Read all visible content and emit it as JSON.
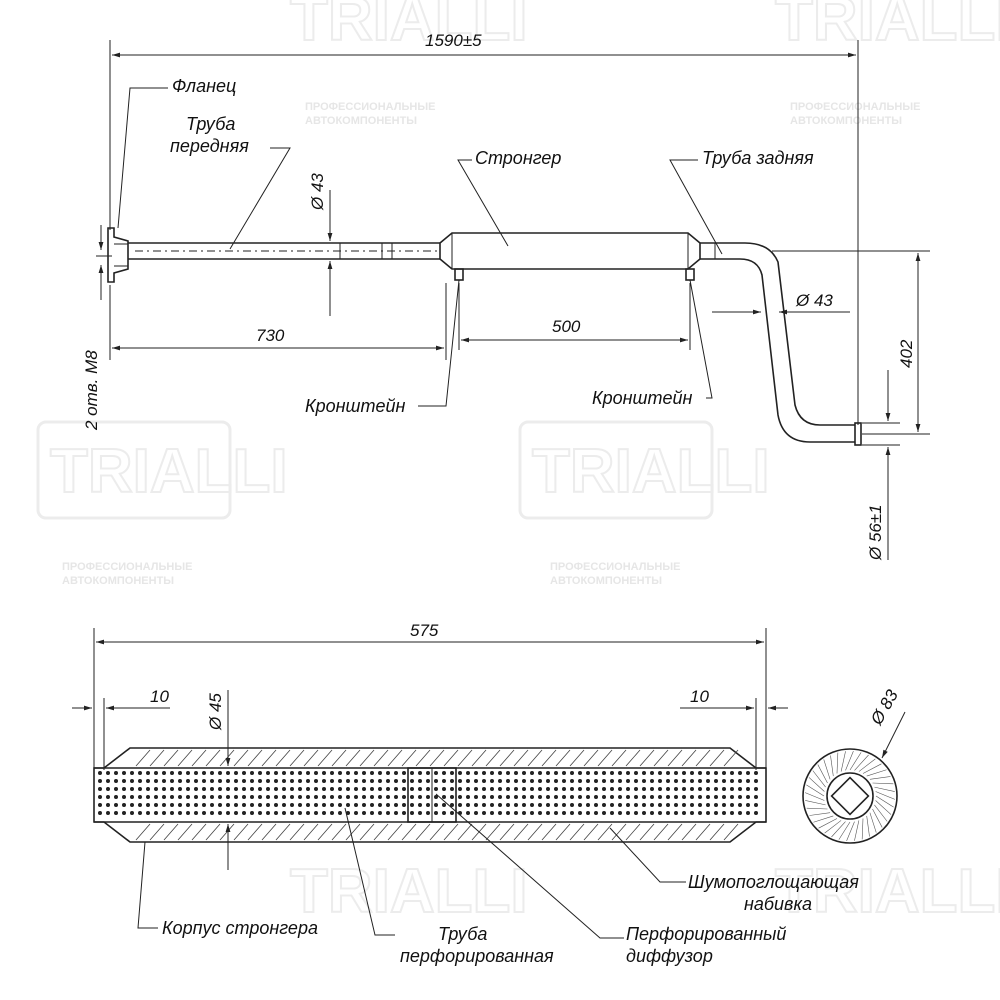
{
  "watermark": {
    "brand": "TRIALLI",
    "tagline_1": "ПРОФЕССИОНАЛЬНЫЕ",
    "tagline_2": "АВТОКОМПОНЕНТЫ"
  },
  "labels": {
    "flange": "Фланец",
    "front_pipe_1": "Труба",
    "front_pipe_2": "передняя",
    "stronger": "Стронгер",
    "rear_pipe": "Труба задняя",
    "bracket_left": "Кронштейн",
    "bracket_right": "Кронштейн",
    "holes": "2 отв. М8",
    "stronger_body": "Корпус стронгера",
    "perf_pipe_1": "Труба",
    "perf_pipe_2": "перфорированная",
    "perf_diffuser_1": "Перфорированный",
    "perf_diffuser_2": "диффузор",
    "packing_1": "Шумопоглощающая",
    "packing_2": "набивка"
  },
  "dimensions": {
    "overall_length": "1590±5",
    "front_diameter": "Ø 43",
    "rear_diameter": "Ø 43",
    "len_730": "730",
    "len_500": "500",
    "height_402": "402",
    "outlet_diameter": "Ø 56±1",
    "section_length": "575",
    "end_left": "10",
    "end_right": "10",
    "inner_diameter": "Ø 45",
    "outer_diameter": "Ø 83"
  }
}
